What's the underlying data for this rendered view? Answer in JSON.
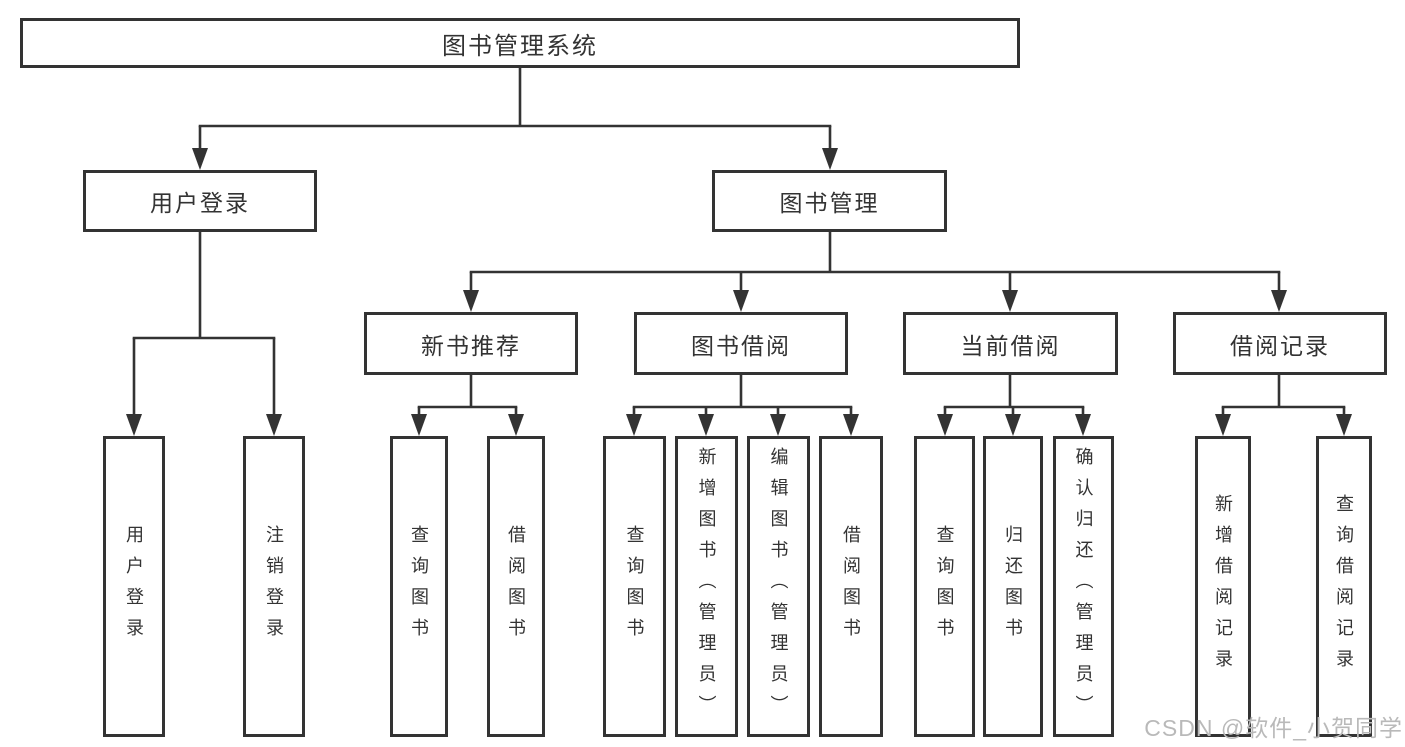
{
  "tree": {
    "root": {
      "label": "图书管理系统",
      "children": [
        {
          "label": "用户登录",
          "children": [
            {
              "label": "用户登录"
            },
            {
              "label": "注销登录"
            }
          ]
        },
        {
          "label": "图书管理",
          "children": [
            {
              "label": "新书推荐",
              "children": [
                {
                  "label": "查询图书"
                },
                {
                  "label": "借阅图书"
                }
              ]
            },
            {
              "label": "图书借阅",
              "children": [
                {
                  "label": "查询图书"
                },
                {
                  "label": "新增图书（管理员）"
                },
                {
                  "label": "编辑图书（管理员）"
                },
                {
                  "label": "借阅图书"
                }
              ]
            },
            {
              "label": "当前借阅",
              "children": [
                {
                  "label": "查询图书"
                },
                {
                  "label": "归还图书"
                },
                {
                  "label": "确认归还（管理员）"
                }
              ]
            },
            {
              "label": "借阅记录",
              "children": [
                {
                  "label": "新增借阅记录"
                },
                {
                  "label": "查询借阅记录"
                }
              ]
            }
          ]
        }
      ]
    }
  },
  "watermark": "CSDN @软件_小贺同学",
  "colors": {
    "line": "#333333",
    "text": "#333333",
    "box_fill": "#ffffff",
    "watermark": "#b9b9b9",
    "background": "#ffffff"
  }
}
